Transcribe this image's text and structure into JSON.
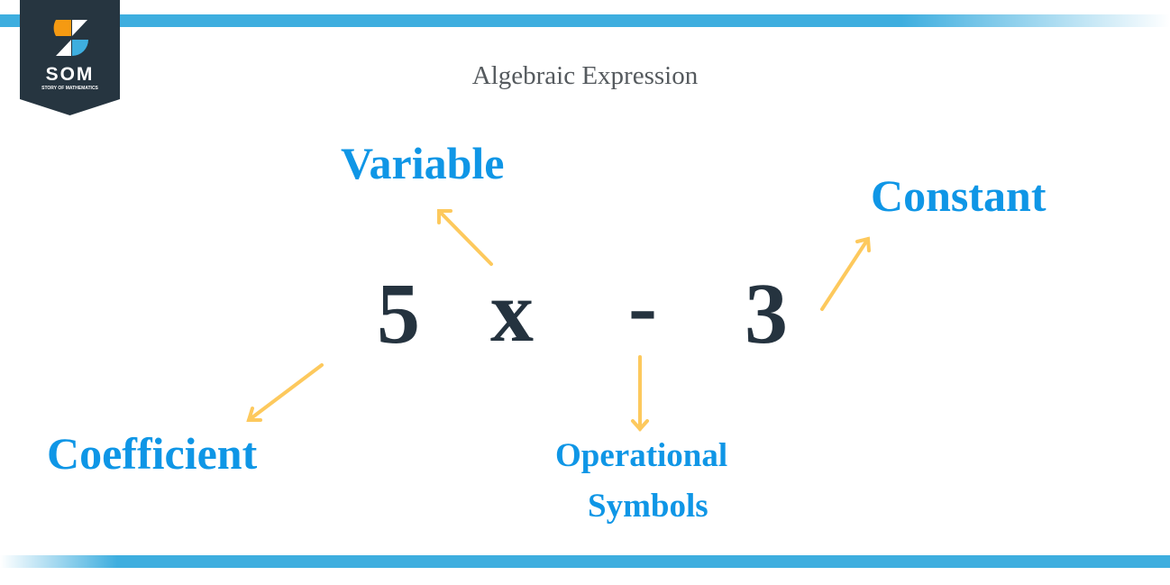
{
  "logo": {
    "abbr": "SOM",
    "name": "STORY OF MATHEMATICS",
    "bg_color": "#263540"
  },
  "title": "Algebraic Expression",
  "expression": {
    "coefficient": "5",
    "variable": "x",
    "operator": "-",
    "constant": "3"
  },
  "labels": {
    "variable": "Variable",
    "constant": "Constant",
    "coefficient": "Coefficient",
    "operational_line1": "Operational",
    "operational_line2": "Symbols"
  },
  "colors": {
    "accent_blue": "#3eaedf",
    "label_blue": "#0f96e6",
    "arrow": "#fdc95d",
    "text_dark": "#25333f"
  }
}
